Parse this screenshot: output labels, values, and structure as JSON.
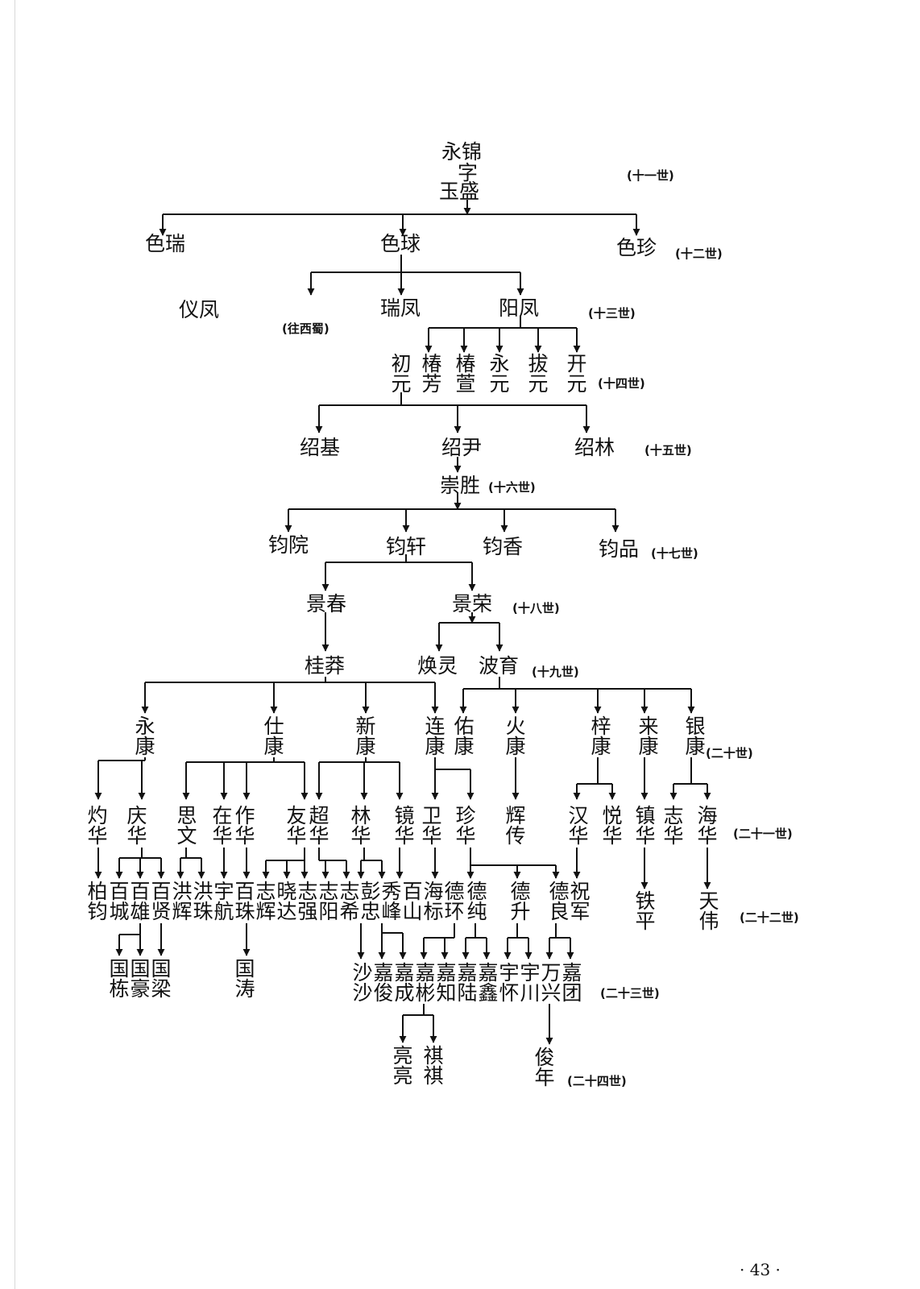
{
  "root": {
    "name": "永锦",
    "zi_label": "字",
    "courtesy": "玉盛"
  },
  "notes": {
    "xishu": "(往西蜀)"
  },
  "generations": {
    "g11": "(十一世)",
    "g12": "(十二世)",
    "g13": "(十三世)",
    "g14": "(十四世)",
    "g15": "(十五世)",
    "g16": "(十六世)",
    "g17": "(十七世)",
    "g18": "(十八世)",
    "g19": "(十九世)",
    "g20": "(二十世)",
    "g21": "(二十一世)",
    "g22": "(二十二世)",
    "g23": "(二十三世)",
    "g24": "(二十四世)"
  },
  "names": {
    "serui": "色瑞",
    "seqiu": "色球",
    "sezhen": "色珍",
    "yifeng": "仪凤",
    "ruifeng": "瑞凤",
    "yangfeng": "阳凤",
    "chuyuan": "初元",
    "chunfang": "椿芳",
    "chunxuan": "椿萱",
    "yongyuan": "永元",
    "bayuan": "拔元",
    "kaiyuan": "开元",
    "shaoji": "绍基",
    "shaoyin": "绍尹",
    "shaolin": "绍林",
    "chongsheng": "崇胜",
    "junyuan": "钧院",
    "junxuan": "钧轩",
    "junxiang": "钧香",
    "junpin": "钧品",
    "jingchun": "景春",
    "jingrong": "景荣",
    "guimang": "桂莽",
    "huanling": "焕灵",
    "boyu": "波育",
    "yongkang": "永康",
    "shikang": "仕康",
    "xinkang": "新康",
    "liankang": "连康",
    "youkang": "佑康",
    "huokang": "火康",
    "zikang": "梓康",
    "laikang": "来康",
    "yinkang": "银康",
    "zhuohua": "灼华",
    "qinghua": "庆华",
    "siwen": "思文",
    "zaihua": "在华",
    "zuohua": "作华",
    "youhua": "友华",
    "chaohua": "超华",
    "linhua": "林华",
    "jinghua": "镜华",
    "weihua": "卫华",
    "zhenhua": "珍华",
    "huichuan": "辉传",
    "hanhua": "汉华",
    "yuehua": "悦华",
    "zhenhua2": "镇华",
    "zhihua": "志华",
    "haihua": "海华",
    "baijun": "柏钧",
    "baicheng": "百城",
    "baixiong": "百雄",
    "baixian": "百贤",
    "honghui": "洪辉",
    "hongzhu": "洪珠",
    "yuhang": "宇航",
    "baizhu": "百珠",
    "zhihui": "志辉",
    "xiaoda": "晓达",
    "zhiqiang": "志强",
    "zhiyang": "志阳",
    "zhixi": "志希",
    "pengzhong": "彭忠",
    "xiufeng": "秀峰",
    "baishan": "百山",
    "haibiao": "海标",
    "dehuan": "德环",
    "dechun": "德纯",
    "desheng": "德升",
    "deliang": "德良",
    "zhujun": "祝军",
    "tieping": "铁平",
    "tianwei": "天伟",
    "guodong": "国栋",
    "guohao": "国豪",
    "guoliang": "国梁",
    "guotao": "国涛",
    "shasha": "沙沙",
    "jiajun": "嘉俊",
    "jiacheng": "嘉成",
    "jiabin": "嘉彬",
    "jiazhi": "嘉知",
    "jialu": "嘉陆",
    "jiaxin": "嘉鑫",
    "yuhuai": "宇怀",
    "yuchuan": "宇川",
    "wanxing": "万兴",
    "jiatuan": "嘉团",
    "liangliang": "亮亮",
    "qiqi": "祺祺",
    "junnian": "俊年"
  },
  "page": {
    "number": "· 43 ·"
  }
}
